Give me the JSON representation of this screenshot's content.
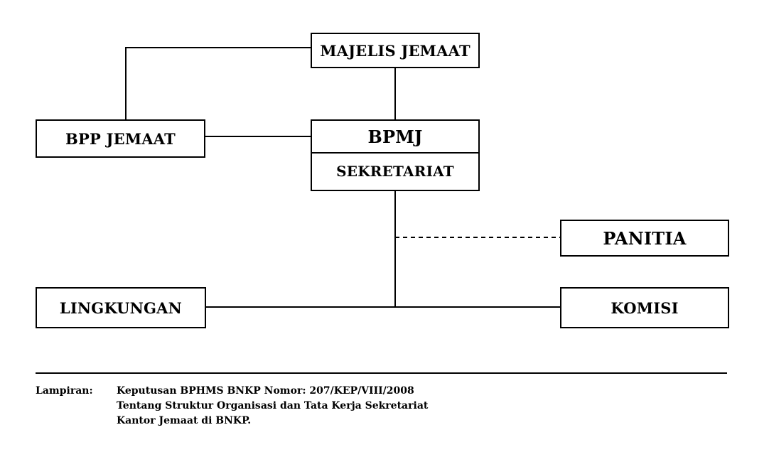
{
  "nodes": {
    "majelis": "MAJELIS JEMAAT",
    "bpp": "BPP JEMAAT",
    "bpmj": "BPMJ",
    "sekretariat": "SEKRETARIAT",
    "panitia": "PANITIA",
    "lingkungan": "LINGKUNGAN",
    "komisi": "KOMISI"
  },
  "edges": [
    {
      "from": "majelis",
      "to": "bpp",
      "style": "solid"
    },
    {
      "from": "majelis",
      "to": "bpmj",
      "style": "solid"
    },
    {
      "from": "bpp",
      "to": "bpmj",
      "style": "solid"
    },
    {
      "from": "bpmj",
      "to": "panitia",
      "style": "dashed"
    },
    {
      "from": "bpmj",
      "to": "lingkungan",
      "style": "solid"
    },
    {
      "from": "bpmj",
      "to": "komisi",
      "style": "solid"
    }
  ],
  "footer": {
    "label": "Lampiran:",
    "lines": [
      "Keputusan BPHMS BNKP Nomor: 207/KEP/VIII/2008",
      "Tentang Struktur Organisasi dan Tata Kerja Sekretariat",
      "Kantor Jemaat di BNKP."
    ]
  }
}
